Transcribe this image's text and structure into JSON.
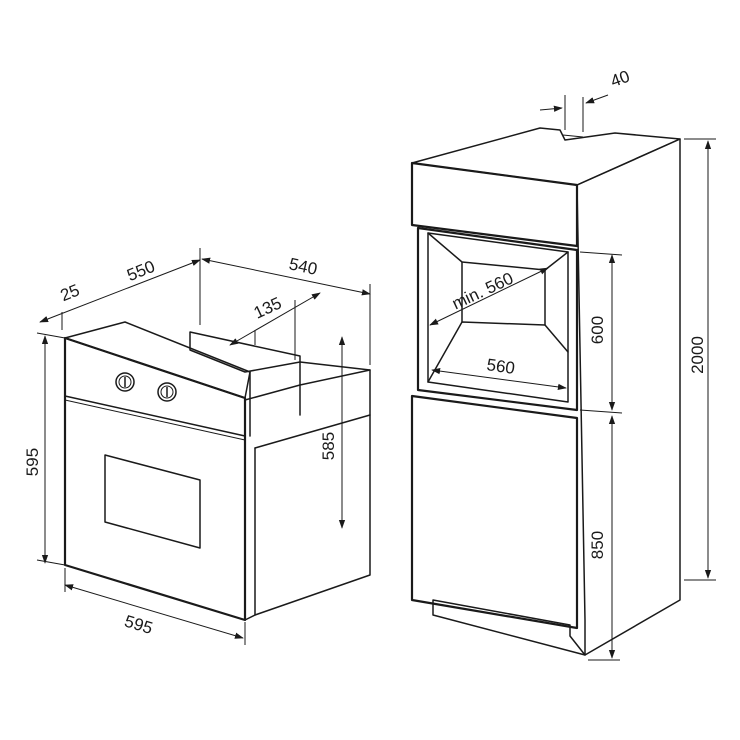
{
  "dimensions": {
    "oven_height": "595",
    "oven_width": "595",
    "oven_top_offset": "25",
    "oven_depth_total": "550",
    "cabinet_depth": "540",
    "cable_clearance": "135",
    "cutout_height_side": "585",
    "niche_width_min": "min. 560",
    "niche_width_bottom": "560",
    "niche_height": "600",
    "column_height": "2000",
    "lower_height": "850",
    "vent_gap": "40"
  }
}
